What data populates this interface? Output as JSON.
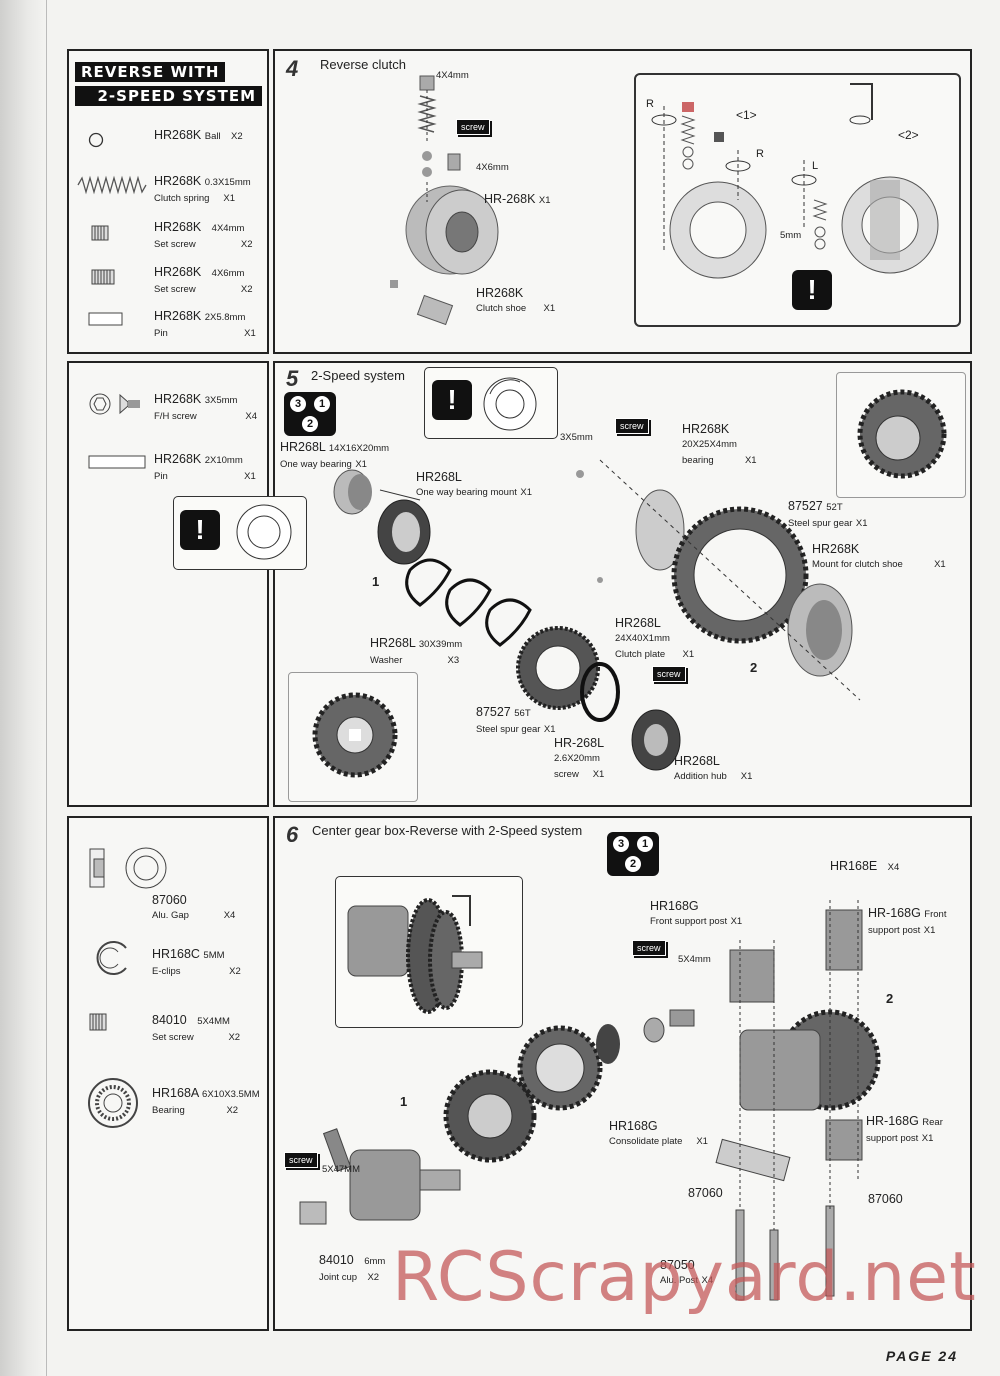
{
  "banner": {
    "line1": "REVERSE WITH",
    "line2": "2-SPEED SYSTEM"
  },
  "section1": {
    "step": "4",
    "title": "Reverse clutch",
    "parts": [
      {
        "code": "HR268K",
        "desc": "Ball",
        "qty": "X2"
      },
      {
        "code": "HR268K",
        "desc": "0.3X15mm",
        "desc2": "Clutch spring",
        "qty": "X1"
      },
      {
        "code": "HR268K",
        "desc": "4X4mm",
        "desc2": "Set screw",
        "qty": "X2"
      },
      {
        "code": "HR268K",
        "desc": "4X6mm",
        "desc2": "Set screw",
        "qty": "X2"
      },
      {
        "code": "HR268K",
        "desc": "2X5.8mm",
        "desc2": "Pin",
        "qty": "X1"
      }
    ],
    "labels": {
      "s44": "4X4mm",
      "s46": "4X6mm",
      "screw": "screw",
      "main": "HR-268K",
      "main_qty": "X1",
      "shoe_code": "HR268K",
      "shoe_desc": "Clutch shoe",
      "shoe_qty": "X1"
    },
    "detail": {
      "c1": "<1>",
      "c2": "<2>",
      "r1": "R",
      "r2": "R",
      "l": "L",
      "mm": "5mm"
    }
  },
  "section2": {
    "step": "5",
    "title": "2-Speed system",
    "parts": [
      {
        "code": "HR268K",
        "desc": "3X5mm",
        "desc2": "F/H screw",
        "qty": "X4"
      },
      {
        "code": "HR268K",
        "desc": "2X10mm",
        "desc2": "Pin",
        "qty": "X1"
      }
    ],
    "seq": [
      "3",
      "1",
      "2"
    ],
    "labels": {
      "owb_code": "HR268L",
      "owb_size": "14X16X20mm",
      "owb_desc": "One way bearing",
      "owb_qty": "X1",
      "owbm_code": "HR268L",
      "owbm_desc": "One way bearing mount",
      "owbm_qty": "X1",
      "screw_size": "3X5mm",
      "screw": "screw",
      "brg_code": "HR268K",
      "brg_size": "20X25X4mm",
      "brg_desc": "bearing",
      "brg_qty": "X1",
      "g52_code": "87527",
      "g52_t": "52T",
      "g52_desc": "Steel spur gear",
      "g52_qty": "X1",
      "mcs_code": "HR268K",
      "mcs_desc": "Mount for clutch shoe",
      "mcs_qty": "X1",
      "w_code": "HR268L",
      "w_size": "30X39mm",
      "w_desc": "Washer",
      "w_qty": "X3",
      "cp_code": "HR268L",
      "cp_size": "24X40X1mm",
      "cp_desc": "Clutch plate",
      "cp_qty": "X1",
      "g56_code": "87527",
      "g56_t": "56T",
      "g56_desc": "Steel spur gear",
      "g56_qty": "X1",
      "sc_code": "HR-268L",
      "sc_size": "2.6X20mm",
      "sc_desc": "screw",
      "sc_qty": "X1",
      "ah_code": "HR268L",
      "ah_desc": "Addition hub",
      "ah_qty": "X1",
      "n1": "1",
      "n2": "2"
    }
  },
  "section3": {
    "step": "6",
    "title": "Center gear box-Reverse with 2-Speed system",
    "parts": [
      {
        "code": "87060",
        "desc2": "Alu. Gap",
        "qty": "X4"
      },
      {
        "code": "HR168C",
        "desc": "5MM",
        "desc2": "E-clips",
        "qty": "X2"
      },
      {
        "code": "84010",
        "desc": "5X4MM",
        "desc2": "Set screw",
        "qty": "X2"
      },
      {
        "code": "HR168A",
        "desc": "6X10X3.5MM",
        "desc2": "Bearing",
        "qty": "X2"
      }
    ],
    "seq": [
      "3",
      "1",
      "2"
    ],
    "labels": {
      "e_code": "HR168E",
      "e_qty": "X4",
      "fsp_code": "HR168G",
      "fsp_desc": "Front support post",
      "fsp_qty": "X1",
      "fsp2_code": "HR-168G",
      "fsp2_d1": "Front",
      "fsp2_desc": "support post",
      "fsp2_qty": "X1",
      "screw": "screw",
      "s54": "5X4mm",
      "cp_code": "HR168G",
      "cp_desc": "Consolidate plate",
      "cp_qty": "X1",
      "rsp_code": "HR-168G",
      "rsp_d1": "Rear",
      "rsp_desc": "support post",
      "rsp_qty": "X1",
      "gap1": "87060",
      "gap2": "87060",
      "post_code": "87050",
      "post_desc": "Alu. Post",
      "post_qty": "X4",
      "jc_code": "84010",
      "jc_size": "6mm",
      "jc_desc": "Joint cup",
      "jc_qty": "X2",
      "screw2": "screw",
      "s547": "5X47MM",
      "n1": "1",
      "n2": "2"
    }
  },
  "watermark": "RCScrapyard.net",
  "footer": "PAGE 24",
  "colors": {
    "ink": "#222222",
    "paper": "#f7f7f5",
    "watermark": "#c45a5a",
    "part": "#8a8a8a"
  }
}
